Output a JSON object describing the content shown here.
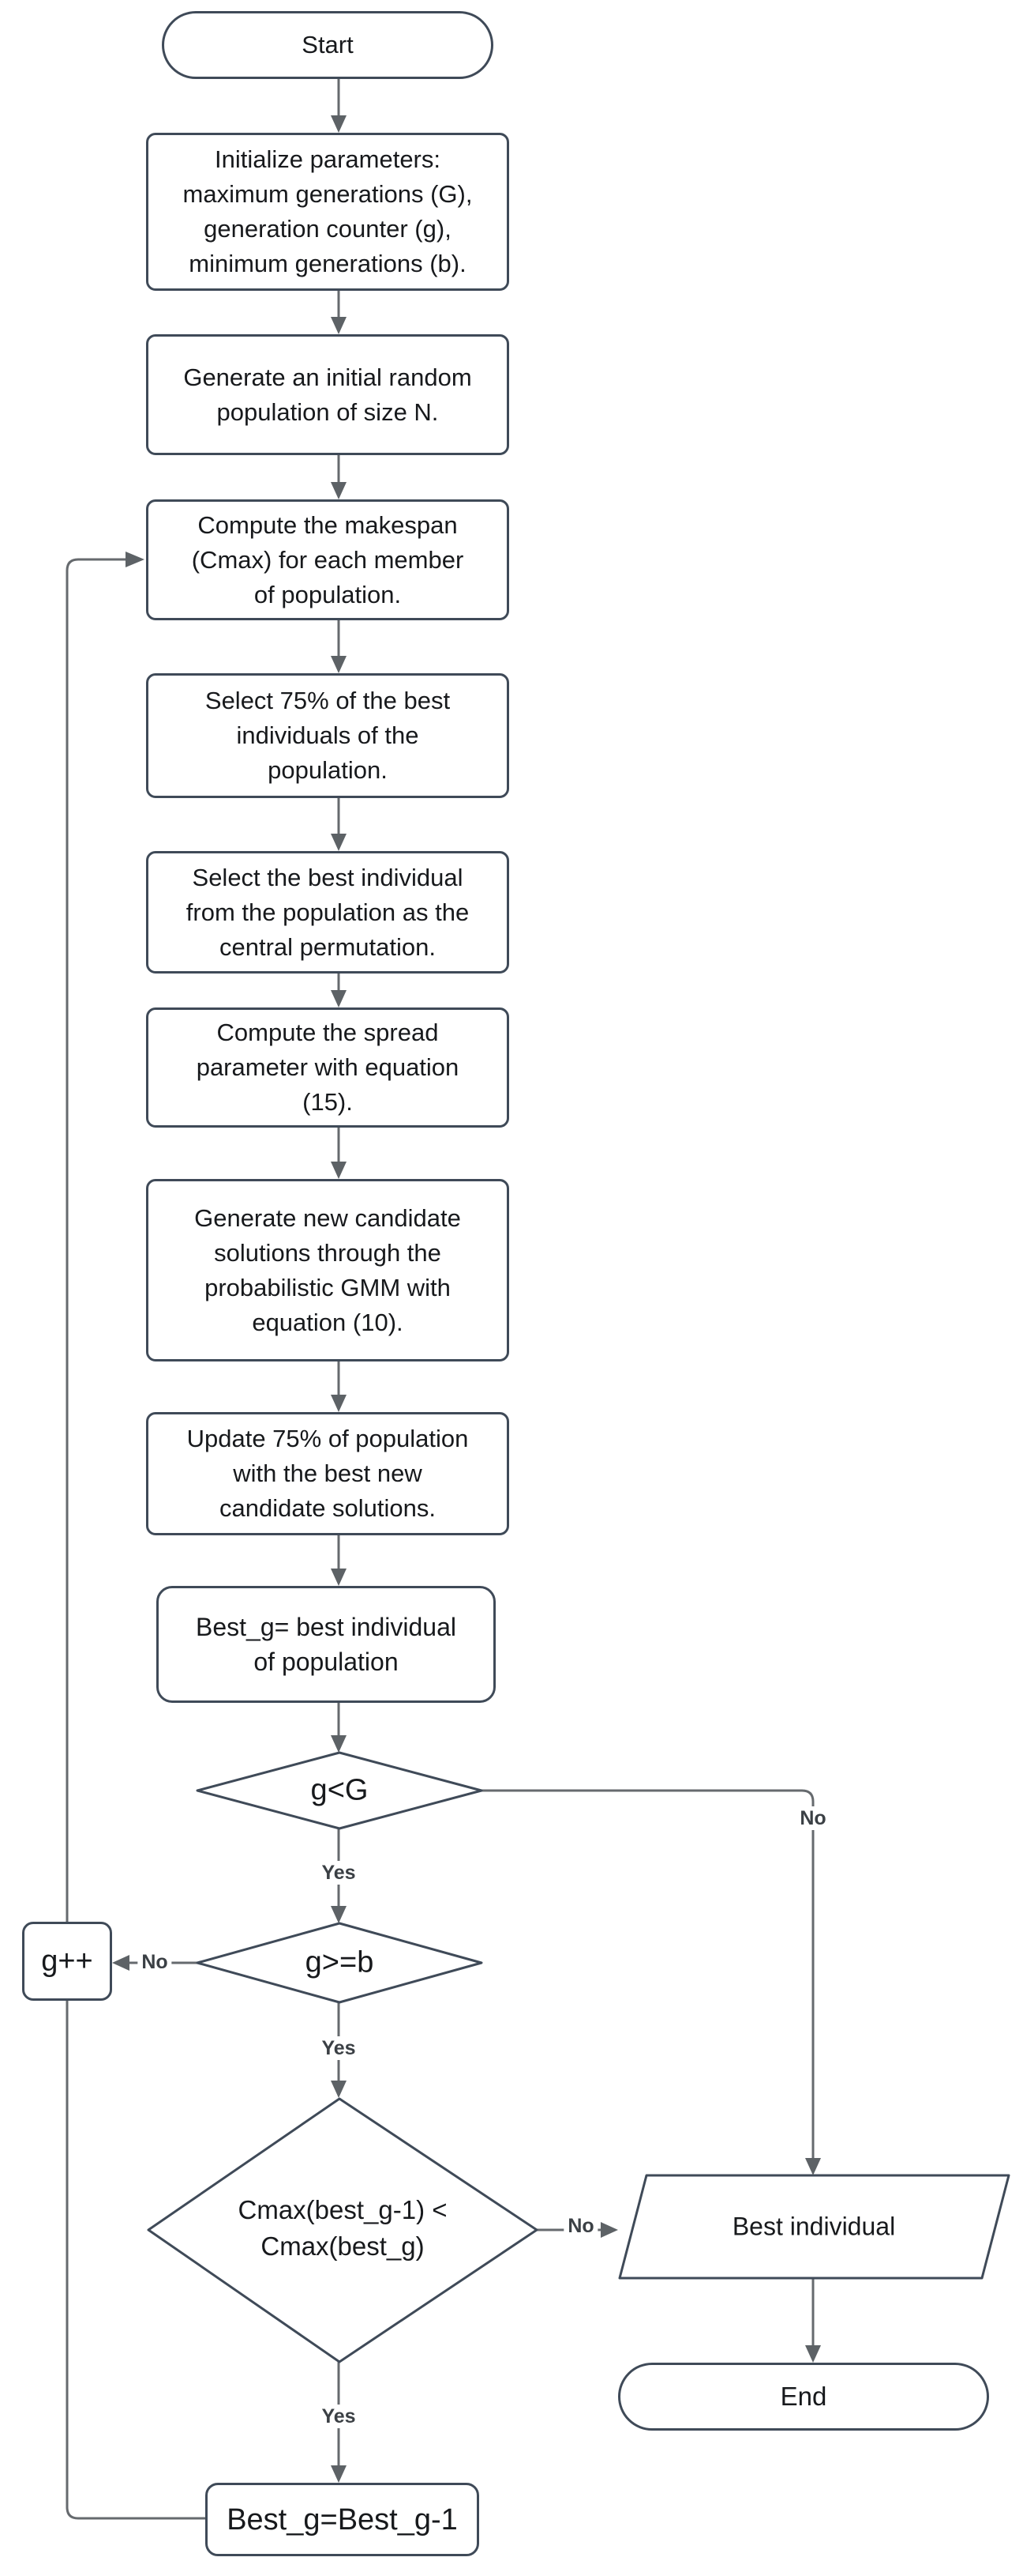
{
  "flowchart": {
    "nodes": {
      "start": {
        "label": "Start"
      },
      "init": {
        "label": "Initialize parameters:\nmaximum generations (G),\ngeneration counter (g),\nminimum generations (b)."
      },
      "generate_population": {
        "label": "Generate an initial random\npopulation of size N."
      },
      "compute_makespan": {
        "label": "Compute the makespan\n(Cmax) for each member\nof population."
      },
      "select_75_percent": {
        "label": "Select 75% of the best\nindividuals of the\npopulation."
      },
      "select_central": {
        "label": "Select the best individual\nfrom the population as the\ncentral permutation."
      },
      "compute_spread": {
        "label": "Compute the spread\nparameter with equation\n(15)."
      },
      "generate_candidates": {
        "label": "Generate new candidate\nsolutions through the\nprobabilistic GMM with\nequation (10)."
      },
      "update_population": {
        "label": "Update 75% of population\nwith the best new\ncandidate solutions."
      },
      "best_g_assign": {
        "label": "Best_g= best individual\nof population"
      },
      "decision_g_lt_G": {
        "label": "g<G"
      },
      "decision_g_ge_b": {
        "label": "g>=b"
      },
      "g_increment": {
        "label": "g++"
      },
      "decision_cmax": {
        "label": "Cmax(best_g-1) <\nCmax(best_g)"
      },
      "best_individual": {
        "label": "Best individual"
      },
      "end": {
        "label": "End"
      },
      "best_g_update": {
        "label": "Best_g=Best_g-1"
      }
    },
    "edge_labels": {
      "yes": "Yes",
      "no": "No"
    },
    "colors": {
      "background": "#ffffff",
      "node_fill": "#ffffff",
      "node_border": "#3f4a58",
      "connector": "#666a6e",
      "arrow": "#5d6266",
      "text": "#17191c",
      "edge_label": "#3b4045"
    }
  }
}
